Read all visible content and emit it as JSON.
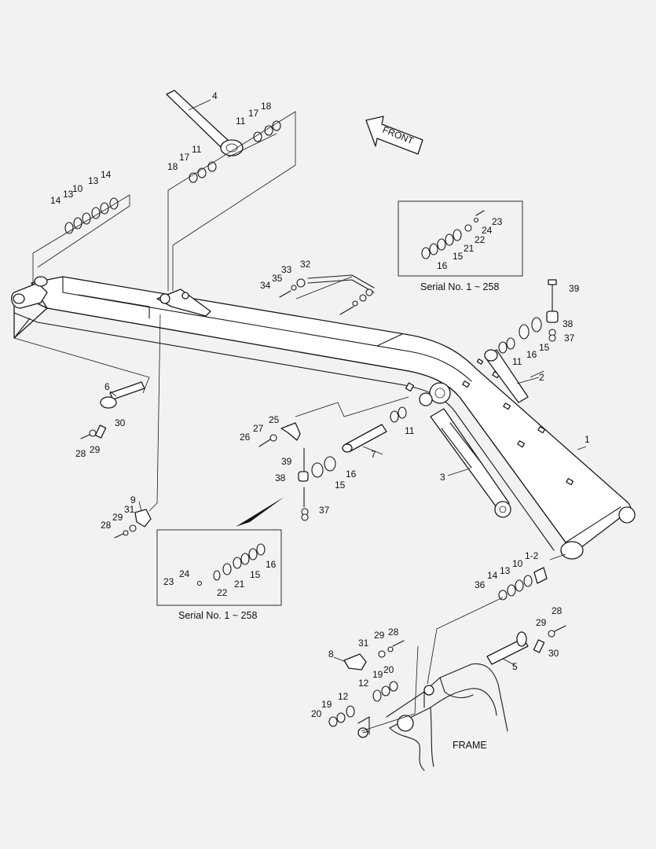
{
  "diagram": {
    "front_label": "FRONT",
    "frame_label": "FRAME",
    "inset_top_caption": "Serial No. 1 ~ 258",
    "inset_bottom_caption": "Serial No. 1 ~ 258",
    "callouts": {
      "c1": "1",
      "c1_2": "1-2",
      "c2": "2",
      "c3": "3",
      "c4": "4",
      "c5": "5",
      "c6": "6",
      "c7": "7",
      "c8": "8",
      "c9": "9",
      "c10a": "10",
      "c10b": "10",
      "c11a": "11",
      "c11b": "11",
      "c11c": "11",
      "c11d": "11",
      "c12a": "12",
      "c12b": "12",
      "c13a": "13",
      "c13b": "13",
      "c13c": "13",
      "c14a": "14",
      "c14b": "14",
      "c14c": "14",
      "c15a": "15",
      "c15b": "15",
      "c15c": "15",
      "c15d": "15",
      "c16a": "16",
      "c16b": "16",
      "c16c": "16",
      "c16d": "16",
      "c17a": "17",
      "c17b": "17",
      "c18a": "18",
      "c18b": "18",
      "c19a": "19",
      "c19b": "19",
      "c20a": "20",
      "c20b": "20",
      "c21a": "21",
      "c21b": "21",
      "c22a": "22",
      "c22b": "22",
      "c23a": "23",
      "c23b": "23",
      "c24a": "24",
      "c24b": "24",
      "c25": "25",
      "c26": "26",
      "c27": "27",
      "c28a": "28",
      "c28b": "28",
      "c28c": "28",
      "c28d": "28",
      "c29a": "29",
      "c29b": "29",
      "c29c": "29",
      "c29d": "29",
      "c30a": "30",
      "c30b": "30",
      "c31a": "31",
      "c31b": "31",
      "c32": "32",
      "c33": "33",
      "c34": "34",
      "c35": "35",
      "c36": "36",
      "c37a": "37",
      "c37b": "37",
      "c38a": "38",
      "c38b": "38",
      "c39a": "39",
      "c39b": "39"
    }
  }
}
